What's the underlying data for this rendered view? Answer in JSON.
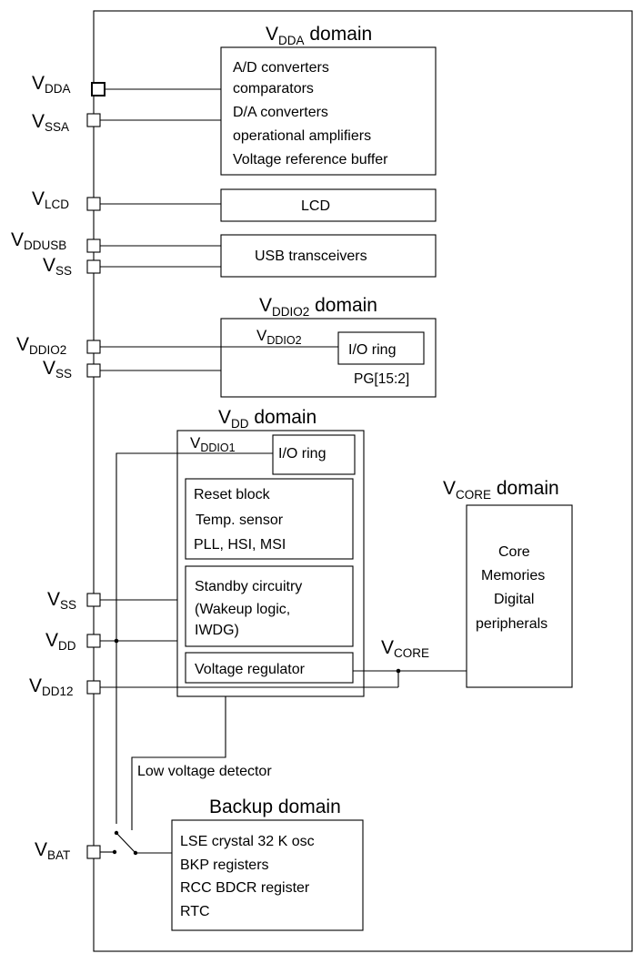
{
  "vdda_domain": {
    "title": {
      "main": "V",
      "sub": "DDA",
      "rest": " domain"
    },
    "lines": [
      "A/D converters",
      "comparators",
      "D/A converters",
      "operational amplifiers",
      "Voltage reference buffer"
    ]
  },
  "lcd_box": "LCD",
  "usb_box": "USB transceivers",
  "vddio2_domain": {
    "title": {
      "main": "V",
      "sub": "DDIO2",
      "rest": " domain"
    },
    "inner_label": {
      "main": "V",
      "sub": "DDIO2"
    },
    "io_ring": "I/O ring",
    "pg_label": "PG[15:2]"
  },
  "vdd_domain": {
    "title": {
      "main": "V",
      "sub": "DD",
      "rest": " domain"
    },
    "vddio1_label": {
      "main": "V",
      "sub": "DDIO1"
    },
    "io_ring": "I/O ring",
    "block1": [
      "Reset block",
      "Temp. sensor",
      "PLL, HSI, MSI"
    ],
    "block2": [
      "Standby circuitry",
      "(Wakeup logic,",
      "IWDG)"
    ],
    "regulator": "Voltage regulator"
  },
  "vcore_domain": {
    "title": {
      "main": "V",
      "sub": "CORE",
      "rest": " domain"
    },
    "lines": [
      "Core",
      "Memories",
      "Digital",
      "peripherals"
    ],
    "rail_label": {
      "main": "V",
      "sub": "CORE"
    }
  },
  "low_voltage_detector": "Low voltage detector",
  "backup_domain": {
    "title": "Backup domain",
    "lines": [
      "LSE crystal 32 K osc",
      "BKP registers",
      "RCC BDCR register",
      "RTC"
    ]
  },
  "pins": [
    {
      "main": "V",
      "sub": "DDA"
    },
    {
      "main": "V",
      "sub": "SSA"
    },
    {
      "main": "V",
      "sub": "LCD"
    },
    {
      "main": "V",
      "sub": "DDUSB"
    },
    {
      "main": "V",
      "sub": "SS"
    },
    {
      "main": "V",
      "sub": "DDIO2"
    },
    {
      "main": "V",
      "sub": "SS"
    },
    {
      "main": "V",
      "sub": "SS"
    },
    {
      "main": "V",
      "sub": "DD"
    },
    {
      "main": "V",
      "sub": "DD12"
    },
    {
      "main": "V",
      "sub": "BAT"
    }
  ]
}
